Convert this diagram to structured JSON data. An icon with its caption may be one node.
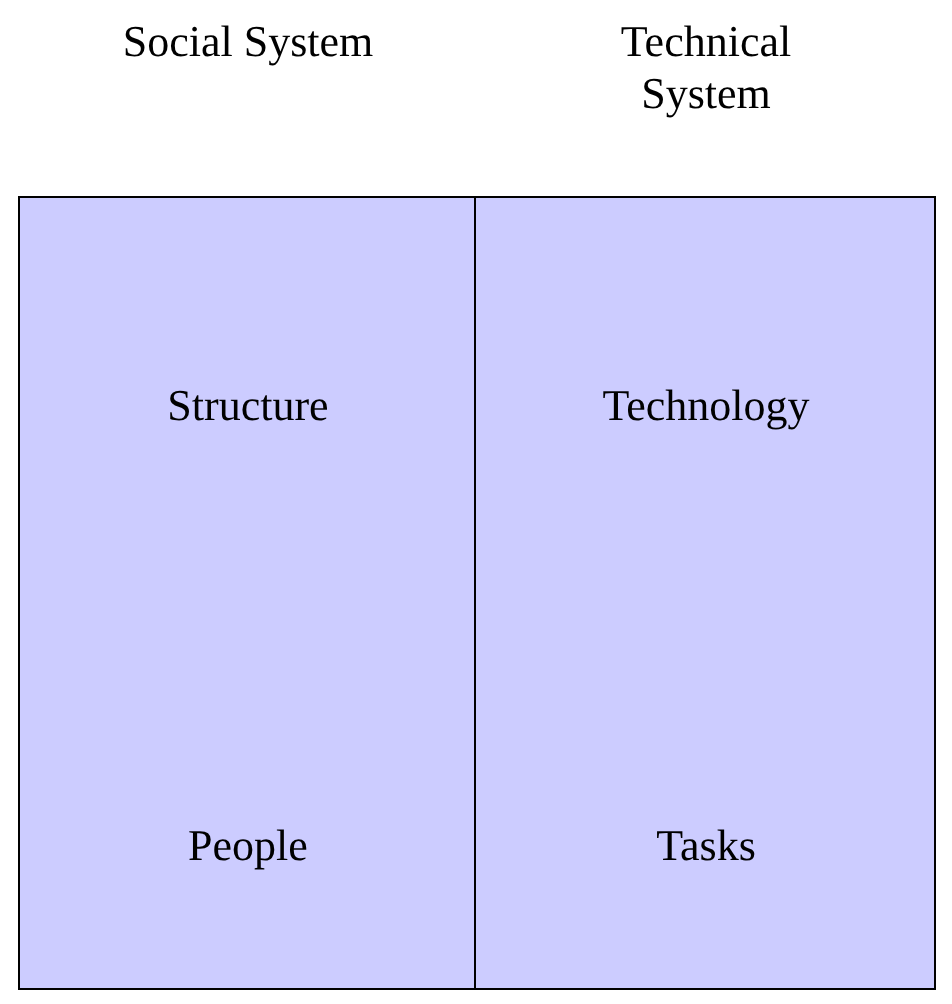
{
  "diagram": {
    "nodes": [
      {
        "text": [
          "Social System"
        ]
      },
      {
        "text": [
          "Technical System"
        ]
      },
      {
        "text": [
          "Structure"
        ],
        "in": 0
      },
      {
        "text": [
          "People"
        ],
        "in": 0
      },
      {
        "text": [
          "Technology"
        ],
        "in": 1
      },
      {
        "text": [
          "Tasks"
        ],
        "in": 1
      }
    ]
  }
}
